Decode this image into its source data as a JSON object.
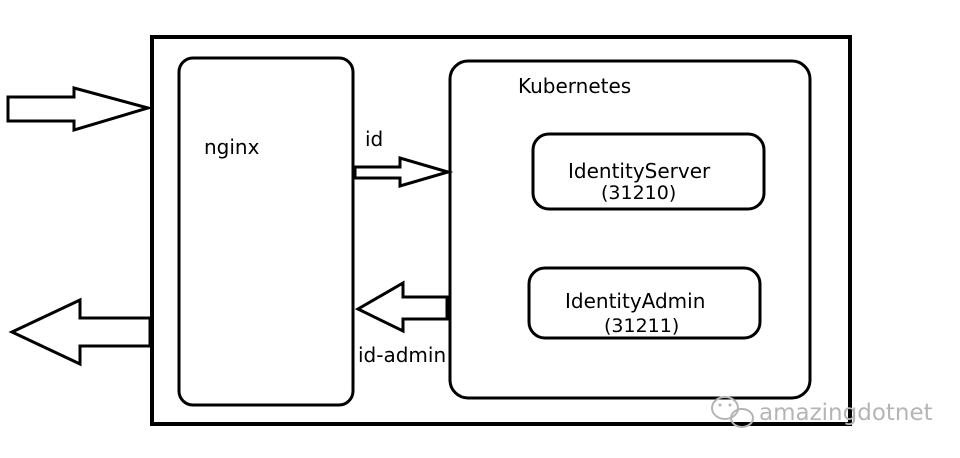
{
  "labels": {
    "nginx": "nginx",
    "kubernetes": "Kubernetes",
    "id_route": "id",
    "id_admin_route": "id-admin"
  },
  "services": [
    {
      "name": "IdentityServer",
      "port": "(31210)"
    },
    {
      "name": "IdentityAdmin",
      "port": "(31211)"
    }
  ],
  "watermark": {
    "text": "amazingdotnet",
    "icon": "wechat-icon"
  },
  "colors": {
    "stroke": "#000000",
    "background": "#ffffff",
    "watermark": "#b5b5b5"
  }
}
